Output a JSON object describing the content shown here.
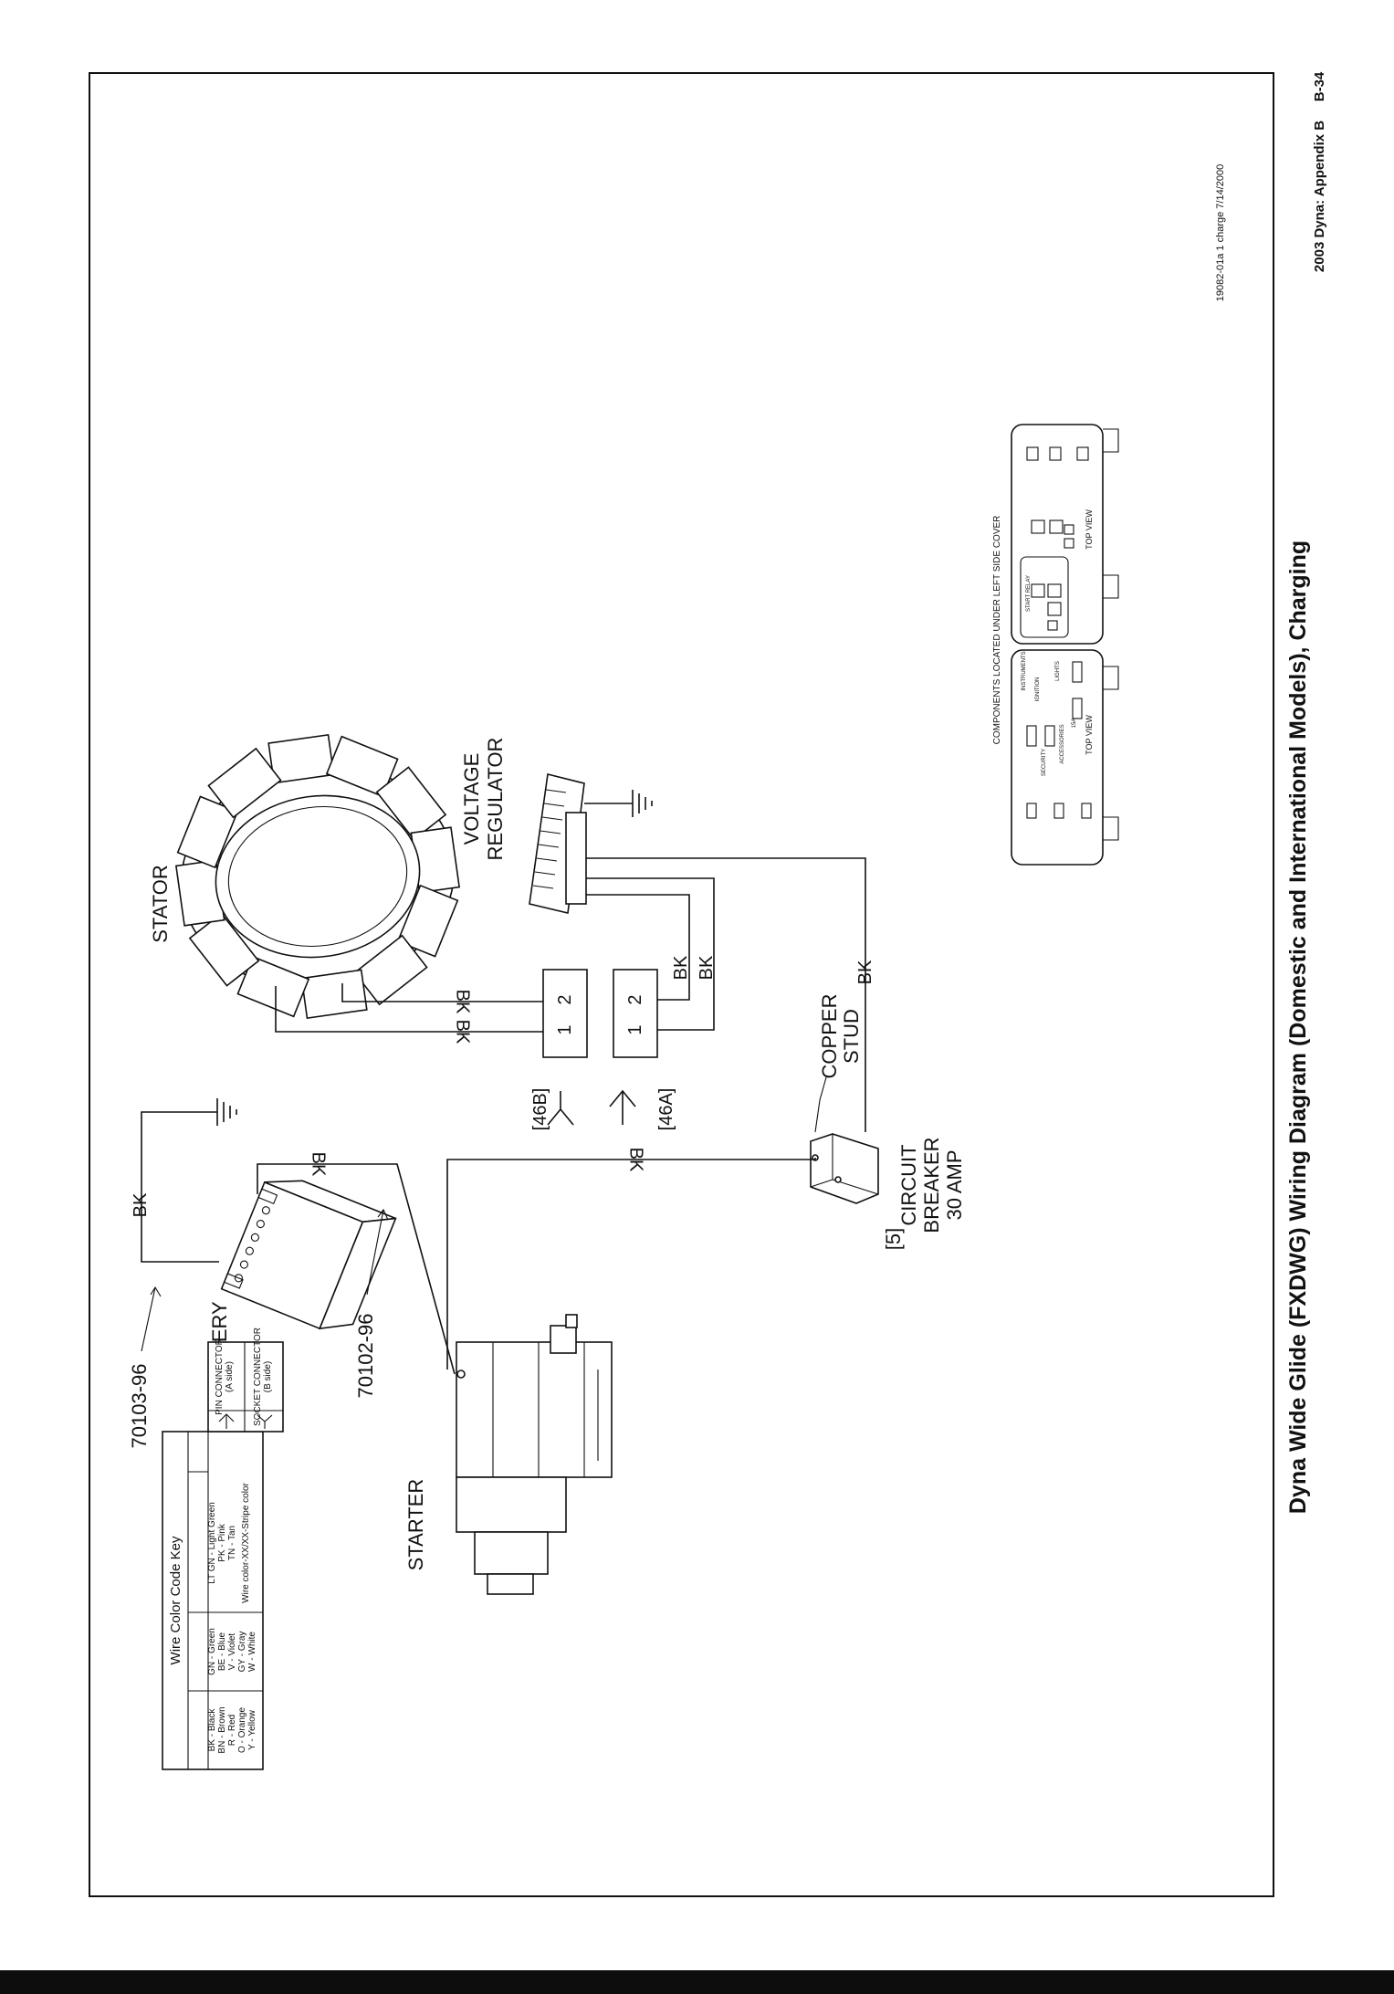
{
  "page": {
    "title": "Dyna Wide Glide (FXDWG) Wiring Diagram (Domestic and International Models), Charging",
    "footer_left": "2003 Dyna: Appendix B",
    "footer_right": "B-34",
    "drawing_id": "19082-01a 1 charge 7/14/2000"
  },
  "components": {
    "starter": "STARTER",
    "battery": "BATTERY",
    "stator": "STATOR",
    "voltage_regulator_line1": "VOLTAGE",
    "voltage_regulator_line2": "REGULATOR",
    "circuit_breaker_line1": "CIRCUIT",
    "circuit_breaker_line2": "BREAKER",
    "circuit_breaker_line3": "30 AMP",
    "copper_stud_line1": "COPPER",
    "copper_stud_line2": "STUD",
    "breaker_ref": "[5]",
    "connector_46a": "[46A]",
    "connector_46b": "[46B]",
    "pin1": "1",
    "pin2": "2"
  },
  "wires": {
    "bk": "BK",
    "part_70103": "70103-96",
    "part_70102": "70102-96"
  },
  "color_key": {
    "title": "Wire Color Code Key",
    "col1": [
      "BK - Black",
      "BN - Brown",
      "R - Red",
      "O - Orange",
      "Y - Yellow"
    ],
    "col2": [
      "GN - Green",
      "BE - Blue",
      "V - Violet",
      "GY - Gray",
      "W - White"
    ],
    "col3": [
      "LT GN - Light Green",
      "PK - Pink",
      "TN - Tan",
      "Wire color-XX/XX-Stripe color"
    ]
  },
  "connector_key": {
    "pin_line1": "PIN CONNECTOR",
    "pin_line2": "(A side)",
    "socket_line1": "SOCKET CONNECTOR",
    "socket_line2": "(B side)"
  },
  "fuse_panel": {
    "title": "COMPONENTS LOCATED UNDER LEFT SIDE COVER",
    "top_view": "TOP VIEW",
    "start_relay": "START RELAY",
    "instruments": "INSTRUMENTS",
    "ignition": "IGNITION",
    "lights": "LIGHTS",
    "security": "SECURITY",
    "accessories": "ACCESSORIES",
    "amp_15": "15A"
  }
}
